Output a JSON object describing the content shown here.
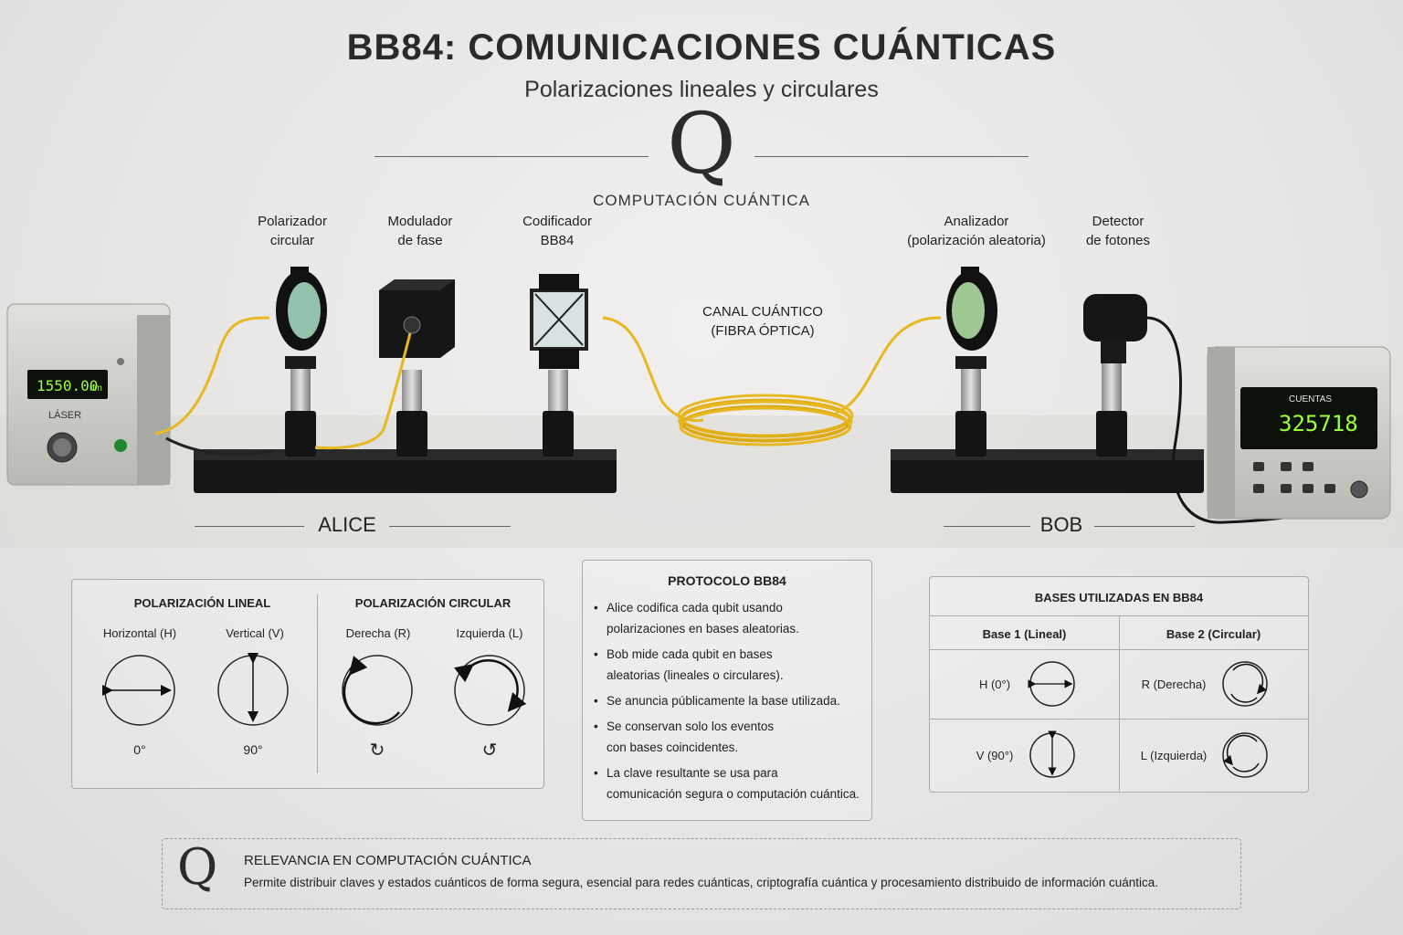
{
  "header": {
    "title": "BB84: COMUNICACIONES CUÁNTICAS",
    "subtitle": "Polarizaciones lineales y circulares",
    "logo_letter": "Q",
    "brand": "COMPUTACIÓN CUÁNTICA"
  },
  "setup": {
    "laser": {
      "display": "1550.00",
      "unit": "nm",
      "label": "LÁSER"
    },
    "components": {
      "circular_polarizer": [
        "Polarizador",
        "circular"
      ],
      "phase_modulator": [
        "Modulador",
        "de fase"
      ],
      "encoder": [
        "Codificador",
        "BB84"
      ],
      "analyzer": [
        "Analizador",
        "(polarización aleatoria)"
      ],
      "detector": [
        "Detector",
        "de fotones"
      ]
    },
    "channel": [
      "CANAL CUÁNTICO",
      "(FIBRA ÓPTICA)"
    ],
    "counter": {
      "label": "CUENTAS",
      "value": "325718"
    },
    "alice": "ALICE",
    "bob": "BOB"
  },
  "polarization_panel": {
    "linear": {
      "title": "POLARIZACIÓN LINEAL",
      "items": [
        {
          "name": "Horizontal (H)",
          "angle": "0°"
        },
        {
          "name": "Vertical (V)",
          "angle": "90°"
        }
      ]
    },
    "circular": {
      "title": "POLARIZACIÓN CIRCULAR",
      "items": [
        {
          "name": "Derecha (R)",
          "symbol": "↻"
        },
        {
          "name": "Izquierda (L)",
          "symbol": "↺"
        }
      ]
    }
  },
  "protocol": {
    "title": "PROTOCOLO BB84",
    "items": [
      [
        "Alice codifica cada qubit usando",
        "polarizaciones en bases aleatorias."
      ],
      [
        "Bob mide cada qubit en bases",
        "aleatorias (lineales o circulares)."
      ],
      [
        "Se anuncia públicamente la base utilizada."
      ],
      [
        "Se conservan solo los eventos",
        "con bases coincidentes."
      ],
      [
        "La clave resultante se usa para",
        "comunicación segura o computación cuántica."
      ]
    ]
  },
  "bases": {
    "title": "BASES UTILIZADAS EN BB84",
    "col1": "Base 1 (Lineal)",
    "col2": "Base 2 (Circular)",
    "rows": [
      {
        "lin": "H (0°)",
        "circ": "R (Derecha)"
      },
      {
        "lin": "V (90°)",
        "circ": "L (Izquierda)"
      }
    ]
  },
  "relevance": {
    "logo_letter": "Q",
    "title": "RELEVANCIA EN COMPUTACIÓN CUÁNTICA",
    "text": "Permite distribuir claves y estados cuánticos de forma segura, esencial para redes cuánticas, criptografía cuántica y procesamiento distribuido de información cuántica."
  },
  "colors": {
    "fiber": "#e8b820",
    "display_green": "#9cff3a",
    "hardware": "#1b1b1b",
    "instrument": "#cfcfca"
  }
}
